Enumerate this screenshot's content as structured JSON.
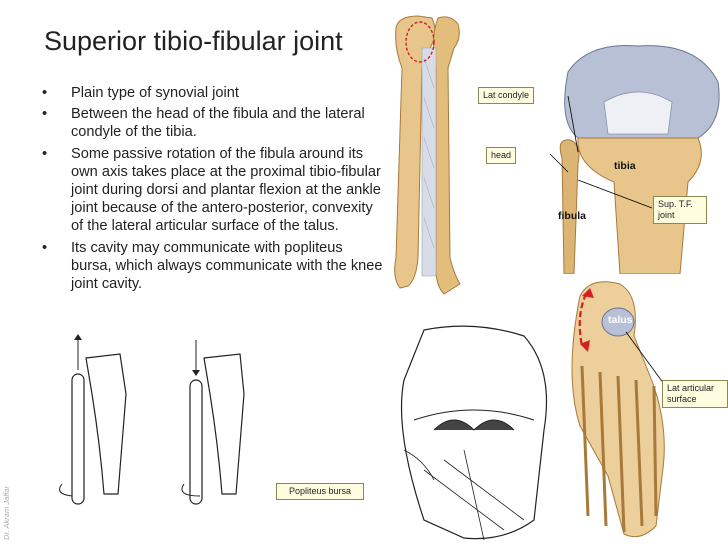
{
  "slide": {
    "title": "Superior tibio-fibular joint",
    "bullets": [
      "Plain type of synovial joint",
      "Between the head of the fibula and the lateral condyle of the tibia.",
      "Some passive rotation of the fibula around its own axis takes place at the proximal tibio-fibular joint during dorsi and plantar flexion at the ankle joint because of the antero-posterior, convexity of the lateral articular surface of the talus.",
      "Its cavity may communicate with popliteus bursa, which always communicate with the knee joint cavity."
    ],
    "credit": "Dr. Akram Jaffar"
  },
  "knee_figure": {
    "labels": {
      "lat_condyle": "Lat condyle",
      "head": "head",
      "tibia": "tibia",
      "fibula": "fibula",
      "sup_tf": "Sup. T.F. joint"
    }
  },
  "foot_figure": {
    "labels": {
      "talus": "talus",
      "lat_articular": "Lat articular surface"
    }
  },
  "bursa_figure": {
    "labels": {
      "popliteus_bursa": "Popliteus bursa"
    }
  },
  "colors": {
    "bone": "#e8c58a",
    "bone_dark": "#b98a45",
    "cartilage": "#9aa6c9",
    "label_bg": "#fffde0",
    "arrow_red": "#d42020"
  }
}
